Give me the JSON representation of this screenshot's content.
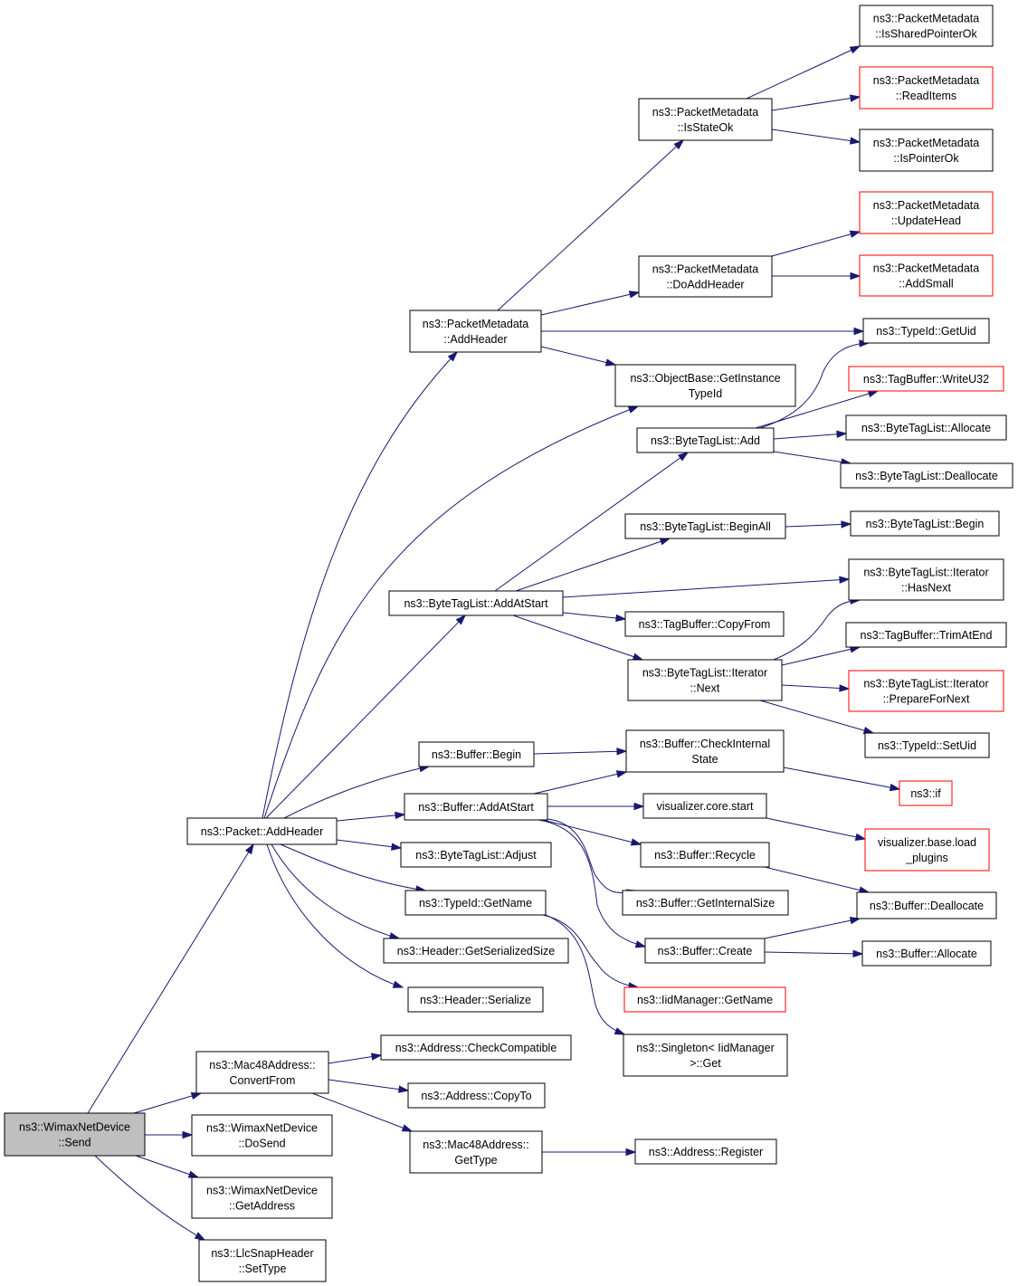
{
  "colors": {
    "edge": "#191970",
    "node_border": "#000000",
    "node_border_truncated": "#ff0000",
    "node_fill": "#ffffff",
    "root_fill": "#bfbfbf"
  },
  "nodes": {
    "root": {
      "lines": [
        "ns3::WimaxNetDevice",
        "::Send"
      ],
      "root": true
    },
    "packet_addheader": {
      "lines": [
        "ns3::Packet::AddHeader"
      ]
    },
    "mac48_convertfrom": {
      "lines": [
        "ns3::Mac48Address::",
        "ConvertFrom"
      ]
    },
    "wimax_dosend": {
      "lines": [
        "ns3::WimaxNetDevice",
        "::DoSend"
      ]
    },
    "wimax_getaddress": {
      "lines": [
        "ns3::WimaxNetDevice",
        "::GetAddress"
      ]
    },
    "llcsnap_settype": {
      "lines": [
        "ns3::LlcSnapHeader",
        "::SetType"
      ]
    },
    "pm_addheader": {
      "lines": [
        "ns3::PacketMetadata",
        "::AddHeader"
      ]
    },
    "bytetaglist_addatstart": {
      "lines": [
        "ns3::ByteTagList::AddAtStart"
      ]
    },
    "buffer_begin": {
      "lines": [
        "ns3::Buffer::Begin"
      ]
    },
    "buffer_addatstart": {
      "lines": [
        "ns3::Buffer::AddAtStart"
      ]
    },
    "bytetaglist_adjust": {
      "lines": [
        "ns3::ByteTagList::Adjust"
      ]
    },
    "typeid_getname": {
      "lines": [
        "ns3::TypeId::GetName"
      ]
    },
    "header_getserializedsize": {
      "lines": [
        "ns3::Header::GetSerializedSize"
      ]
    },
    "header_serialize": {
      "lines": [
        "ns3::Header::Serialize"
      ]
    },
    "address_checkcompatible": {
      "lines": [
        "ns3::Address::CheckCompatible"
      ]
    },
    "address_copyto": {
      "lines": [
        "ns3::Address::CopyTo"
      ]
    },
    "mac48_gettype": {
      "lines": [
        "ns3::Mac48Address::",
        "GetType"
      ]
    },
    "pm_isstateok": {
      "lines": [
        "ns3::PacketMetadata",
        "::IsStateOk"
      ]
    },
    "pm_doaddheader": {
      "lines": [
        "ns3::PacketMetadata",
        "::DoAddHeader"
      ]
    },
    "objectbase_getinstancetypeid": {
      "lines": [
        "ns3::ObjectBase::GetInstance",
        "TypeId"
      ]
    },
    "typeid_getuid": {
      "lines": [
        "ns3::TypeId::GetUid"
      ]
    },
    "bytetaglist_add": {
      "lines": [
        "ns3::ByteTagList::Add"
      ]
    },
    "bytetaglist_beginall": {
      "lines": [
        "ns3::ByteTagList::BeginAll"
      ]
    },
    "tagbuffer_copyfrom": {
      "lines": [
        "ns3::TagBuffer::CopyFrom"
      ]
    },
    "btl_iterator_next": {
      "lines": [
        "ns3::ByteTagList::Iterator",
        "::Next"
      ]
    },
    "buffer_checkinternalstate": {
      "lines": [
        "ns3::Buffer::CheckInternal",
        "State"
      ]
    },
    "visualizer_core_start": {
      "lines": [
        "visualizer.core.start"
      ]
    },
    "buffer_recycle": {
      "lines": [
        "ns3::Buffer::Recycle"
      ]
    },
    "buffer_getinternalsize": {
      "lines": [
        "ns3::Buffer::GetInternalSize"
      ]
    },
    "buffer_create": {
      "lines": [
        "ns3::Buffer::Create"
      ]
    },
    "iidmanager_getname": {
      "lines": [
        "ns3::IidManager::GetName"
      ],
      "truncated": true
    },
    "singleton_get": {
      "lines": [
        "ns3::Singleton< IidManager",
        ">::Get"
      ]
    },
    "address_register": {
      "lines": [
        "ns3::Address::Register"
      ]
    },
    "pm_issharedpointerok": {
      "lines": [
        "ns3::PacketMetadata",
        "::IsSharedPointerOk"
      ]
    },
    "pm_readitems": {
      "lines": [
        "ns3::PacketMetadata",
        "::ReadItems"
      ],
      "truncated": true
    },
    "pm_ispointerok": {
      "lines": [
        "ns3::PacketMetadata",
        "::IsPointerOk"
      ]
    },
    "pm_updatehead": {
      "lines": [
        "ns3::PacketMetadata",
        "::UpdateHead"
      ],
      "truncated": true
    },
    "pm_addsmall": {
      "lines": [
        "ns3::PacketMetadata",
        "::AddSmall"
      ],
      "truncated": true
    },
    "tagbuffer_writeu32": {
      "lines": [
        "ns3::TagBuffer::WriteU32"
      ],
      "truncated": true
    },
    "bytetaglist_allocate": {
      "lines": [
        "ns3::ByteTagList::Allocate"
      ]
    },
    "bytetaglist_deallocate": {
      "lines": [
        "ns3::ByteTagList::Deallocate"
      ]
    },
    "bytetaglist_begin": {
      "lines": [
        "ns3::ByteTagList::Begin"
      ]
    },
    "btl_iterator_hasnext": {
      "lines": [
        "ns3::ByteTagList::Iterator",
        "::HasNext"
      ]
    },
    "tagbuffer_trimatend": {
      "lines": [
        "ns3::TagBuffer::TrimAtEnd"
      ]
    },
    "btl_iterator_preparefornext": {
      "lines": [
        "ns3::ByteTagList::Iterator",
        "::PrepareForNext"
      ],
      "truncated": true
    },
    "typeid_setuid": {
      "lines": [
        "ns3::TypeId::SetUid"
      ]
    },
    "ns3_if": {
      "lines": [
        "ns3::if"
      ],
      "truncated": true
    },
    "visualizer_base_load_plugins": {
      "lines": [
        "visualizer.base.load",
        "_plugins"
      ],
      "truncated": true
    },
    "buffer_deallocate": {
      "lines": [
        "ns3::Buffer::Deallocate"
      ]
    },
    "buffer_allocate": {
      "lines": [
        "ns3::Buffer::Allocate"
      ]
    }
  },
  "edges": [
    [
      "root",
      "packet_addheader"
    ],
    [
      "root",
      "mac48_convertfrom"
    ],
    [
      "root",
      "wimax_dosend"
    ],
    [
      "root",
      "wimax_getaddress"
    ],
    [
      "root",
      "llcsnap_settype"
    ],
    [
      "packet_addheader",
      "pm_addheader"
    ],
    [
      "packet_addheader",
      "objectbase_getinstancetypeid"
    ],
    [
      "packet_addheader",
      "bytetaglist_addatstart"
    ],
    [
      "packet_addheader",
      "buffer_begin"
    ],
    [
      "packet_addheader",
      "buffer_addatstart"
    ],
    [
      "packet_addheader",
      "bytetaglist_adjust"
    ],
    [
      "packet_addheader",
      "typeid_getname"
    ],
    [
      "packet_addheader",
      "header_getserializedsize"
    ],
    [
      "packet_addheader",
      "header_serialize"
    ],
    [
      "pm_addheader",
      "pm_isstateok"
    ],
    [
      "pm_addheader",
      "pm_doaddheader"
    ],
    [
      "pm_addheader",
      "typeid_getuid"
    ],
    [
      "pm_addheader",
      "objectbase_getinstancetypeid"
    ],
    [
      "pm_isstateok",
      "pm_issharedpointerok"
    ],
    [
      "pm_isstateok",
      "pm_readitems"
    ],
    [
      "pm_isstateok",
      "pm_ispointerok"
    ],
    [
      "pm_doaddheader",
      "pm_updatehead"
    ],
    [
      "pm_doaddheader",
      "pm_addsmall"
    ],
    [
      "bytetaglist_addatstart",
      "bytetaglist_add"
    ],
    [
      "bytetaglist_addatstart",
      "bytetaglist_beginall"
    ],
    [
      "bytetaglist_addatstart",
      "btl_iterator_hasnext"
    ],
    [
      "bytetaglist_addatstart",
      "tagbuffer_copyfrom"
    ],
    [
      "bytetaglist_addatstart",
      "btl_iterator_next"
    ],
    [
      "bytetaglist_add",
      "typeid_getuid"
    ],
    [
      "bytetaglist_add",
      "tagbuffer_writeu32"
    ],
    [
      "bytetaglist_add",
      "bytetaglist_allocate"
    ],
    [
      "bytetaglist_add",
      "bytetaglist_deallocate"
    ],
    [
      "bytetaglist_beginall",
      "bytetaglist_begin"
    ],
    [
      "btl_iterator_next",
      "btl_iterator_hasnext"
    ],
    [
      "btl_iterator_next",
      "tagbuffer_trimatend"
    ],
    [
      "btl_iterator_next",
      "btl_iterator_preparefornext"
    ],
    [
      "btl_iterator_next",
      "typeid_setuid"
    ],
    [
      "buffer_begin",
      "buffer_checkinternalstate"
    ],
    [
      "buffer_addatstart",
      "buffer_checkinternalstate"
    ],
    [
      "buffer_addatstart",
      "visualizer_core_start"
    ],
    [
      "buffer_addatstart",
      "buffer_recycle"
    ],
    [
      "buffer_addatstart",
      "buffer_getinternalsize"
    ],
    [
      "buffer_addatstart",
      "buffer_create"
    ],
    [
      "buffer_checkinternalstate",
      "ns3_if"
    ],
    [
      "visualizer_core_start",
      "visualizer_base_load_plugins"
    ],
    [
      "buffer_recycle",
      "buffer_deallocate"
    ],
    [
      "buffer_create",
      "buffer_deallocate"
    ],
    [
      "buffer_create",
      "buffer_allocate"
    ],
    [
      "typeid_getname",
      "iidmanager_getname"
    ],
    [
      "typeid_getname",
      "singleton_get"
    ],
    [
      "mac48_convertfrom",
      "address_checkcompatible"
    ],
    [
      "mac48_convertfrom",
      "address_copyto"
    ],
    [
      "mac48_convertfrom",
      "mac48_gettype"
    ],
    [
      "mac48_gettype",
      "address_register"
    ]
  ]
}
